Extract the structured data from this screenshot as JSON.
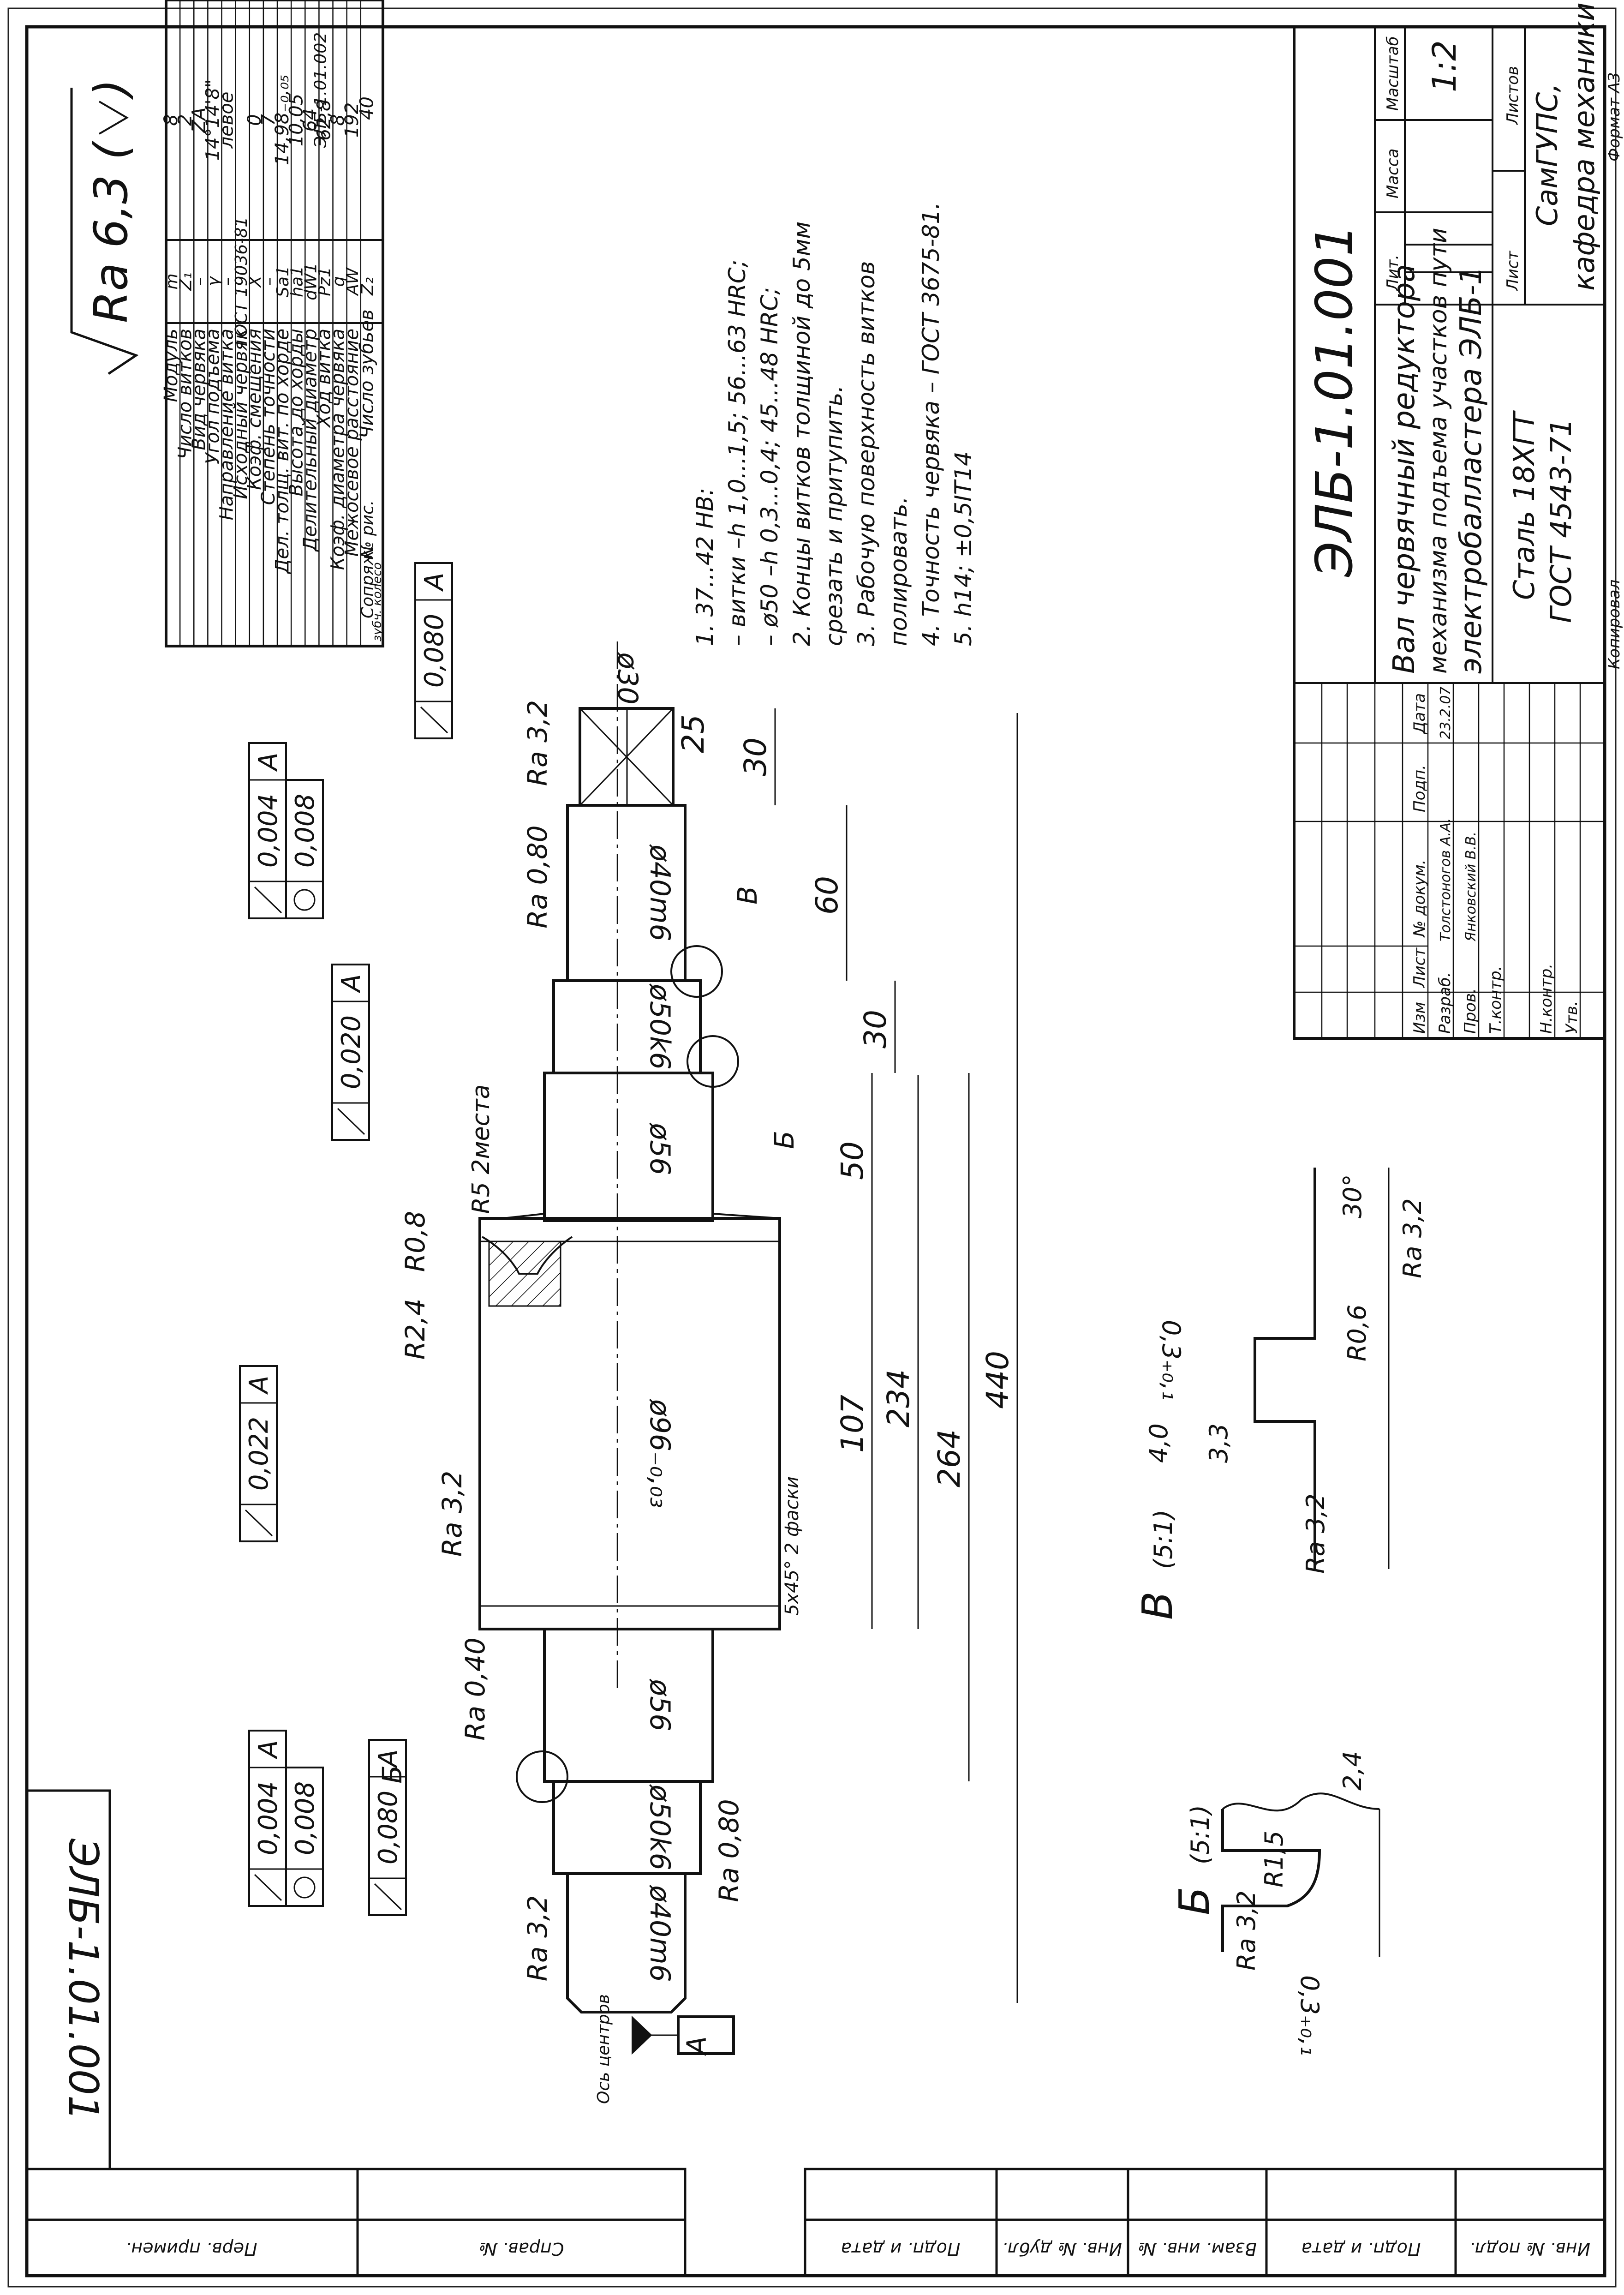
{
  "drawing_number": "ЭЛБ-1.01.001",
  "roughness_main": "Ra 6,3 (",
  "params": [
    [
      "Модуль",
      "m",
      "8"
    ],
    [
      "Число витков",
      "Z₁",
      "2"
    ],
    [
      "Вид червяка",
      "–",
      "ZA"
    ],
    [
      "Угол подъема",
      "γ",
      "14°14'8\""
    ],
    [
      "Направление витка",
      "–",
      "левое"
    ],
    [
      "Исходный червяк",
      "ГОСТ 19036-81",
      ""
    ],
    [
      "Коэф. смещения",
      "X",
      "0"
    ],
    [
      "Степень точности",
      "–",
      "7"
    ],
    [
      "Дел. толщ. вит. по хорде",
      "Sa1",
      "14,98₋₀,₀₅"
    ],
    [
      "Высота до хорды",
      "ha1",
      "10,05"
    ],
    [
      "Делительный диаметр",
      "dW1",
      "64"
    ],
    [
      "Ход витка",
      "Pz1",
      "62,8"
    ],
    [
      "Коэф. диаметра червяка",
      "q",
      "8"
    ],
    [
      "Межосевое расстояние",
      "AW",
      "192"
    ]
  ],
  "mate_row": {
    "label1": "Сопряж.",
    "label2": "зубч. колесо",
    "c1": "№ рис.",
    "c2": "ЭЛБ-1.01.002",
    "c3": "Число зубьев",
    "c4": "Z₂",
    "c5": "40"
  },
  "notes": [
    "1. 37...42 HB:",
    "– витки –h 1,0...1,5; 56...63 HRC;",
    "– ø50 –h 0,3...0,4; 45...48 HRC;",
    "2. Концы витков толщиной до 5мм",
    "срезать и притупить.",
    "3. Рабочую поверхность витков",
    "полировать.",
    "4. Точность червяка – ГОСТ 3675-81.",
    "5. h14; ±0,5IT14"
  ],
  "title_block": {
    "name": [
      "Вал червячный редуктора",
      "механизма подъема участков пути",
      "электробалластера ЭЛБ-1"
    ],
    "material": [
      "Сталь 18ХГТ",
      "ГОСТ 4543-71"
    ],
    "org": [
      "СамГУПС,",
      "кафедра механики"
    ],
    "scale_label": "Масштаб",
    "scale": "1:2",
    "mass_label": "Масса",
    "lit_label": "Лит.",
    "sheet_label": "Лист",
    "sheets_label": "Листов",
    "roles": [
      "Изм",
      "Лист",
      "№ докум.",
      "Подп.",
      "Дата"
    ],
    "rows": [
      "Разраб.",
      "Пров.",
      "Т.контр.",
      "",
      "Н.контр.",
      "Утв."
    ],
    "dev": "Толстоногов А.А.",
    "chk": "Янковский В.В.",
    "date": "23.2.07",
    "copied": "Копировал",
    "format": "Формат   А3"
  },
  "side_strip": [
    "Перв. примен.",
    "Справ. №",
    "Подп. и дата",
    "Инв. № дубл.",
    "Взам. инв. №",
    "Подп. и дата",
    "Инв. № подл."
  ],
  "dims": {
    "L440": "440",
    "L264": "264",
    "L234": "234",
    "L107": "107",
    "L50": "50",
    "L30a": "30",
    "L60": "60",
    "L30b": "30",
    "d30": "ø30",
    "sq25": "25",
    "d40m6a": "ø40m6",
    "d50k6a": "ø50k6",
    "d56a": "ø56",
    "d96": "ø96₋₀,₀₃",
    "d56b": "ø56",
    "d50k6b": "ø50k6",
    "d40m6b": "ø40m6",
    "r5": "R5 2места",
    "r08": "R0,8",
    "r24": "R2,4",
    "chamfer": "5x45° 2 фаски",
    "ra32a": "Ra 3,2",
    "ra080a": "Ra 0,80",
    "ra32b": "Ra 3,2",
    "ra040": "Ra 0,40",
    "ra080b": "Ra 0,80",
    "ra32c": "Ra 3,2",
    "axis_label": "Ось центров",
    "datum": "A",
    "bmark": "Б",
    "vmark": "В"
  },
  "tolerances": [
    {
      "v": "0,004",
      "d": "A",
      "v2": "0,008"
    },
    {
      "v": "0,080",
      "d": "A"
    },
    {
      "v": "0,020",
      "d": "A"
    },
    {
      "v": "0,022",
      "d": "A"
    },
    {
      "v": "0,004",
      "d": "A",
      "v2": "0,008"
    },
    {
      "v": "0,080",
      "d": "A"
    }
  ],
  "detail_b": {
    "title": "Б",
    "scale": "(5:1)",
    "r": "R1,5",
    "ra": "Ra 3,2",
    "dim1": "2,4",
    "dim2": "0,3₊₀,₁"
  },
  "detail_v": {
    "title": "В",
    "scale": "(5:1)",
    "dim1": "4,0",
    "dim2": "3,3",
    "dim3": "0,3₊₀,₁",
    "r": "R0,6",
    "ra1": "Ra 3,2",
    "ra2": "Ra 3,2",
    "ang": "30°"
  }
}
